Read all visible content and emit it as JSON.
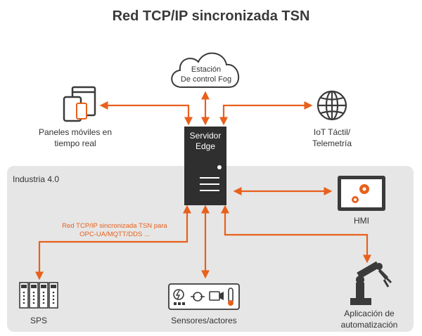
{
  "title": "Red TCP/IP sincronizada TSN",
  "zone_label": "Industria 4.0",
  "cloud": {
    "line1": "Estación",
    "line2": "De control Fog"
  },
  "server": {
    "line1": "Servidor",
    "line2": "Edge"
  },
  "mobile": {
    "line1": "Paneles móviles en",
    "line2": "tiempo real"
  },
  "iot": {
    "line1": "IoT Táctil/",
    "line2": "Telemetría"
  },
  "hmi": {
    "label": "HMI"
  },
  "network_note": {
    "line1": "Red TCP/IP sincronizada TSN para",
    "line2": "OPC-UA/MQTT/DDS ..."
  },
  "sps": {
    "label": "SPS"
  },
  "sensors": {
    "label": "Sensores/actores"
  },
  "robot": {
    "line1": "Aplicación de",
    "line2": "automatización"
  },
  "colors": {
    "arrow": "#e8601c",
    "icon": "#3a3a3a",
    "zone": "#e6e6e6",
    "server": "#2f2f2f"
  },
  "icons": [
    "cloud-icon",
    "server-icon",
    "mobile-devices-icon",
    "globe-icon",
    "hmi-screen-icon",
    "plc-modules-icon",
    "sensors-icon",
    "robot-arm-icon"
  ]
}
